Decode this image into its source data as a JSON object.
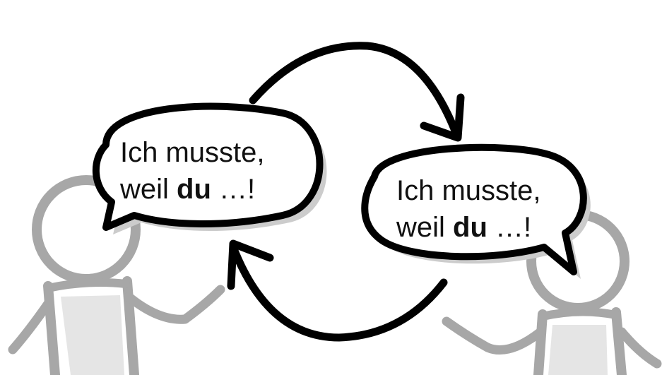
{
  "bubbles": [
    {
      "line1": "Ich musste,",
      "line2_before": "weil ",
      "line2_bold": "du",
      "line2_after": " …!"
    },
    {
      "line1": "Ich musste,",
      "line2_before": "weil ",
      "line2_bold": "du",
      "line2_after": " …!"
    }
  ],
  "colors": {
    "outline": "#000000",
    "figure_gray": "#a7a7a7",
    "figure_shadow": "#cfcfcf",
    "bubble_shadow": "#cccccc"
  },
  "icons": [
    "person-left-icon",
    "person-right-icon",
    "cycle-arrow-top-icon",
    "cycle-arrow-bottom-icon"
  ]
}
